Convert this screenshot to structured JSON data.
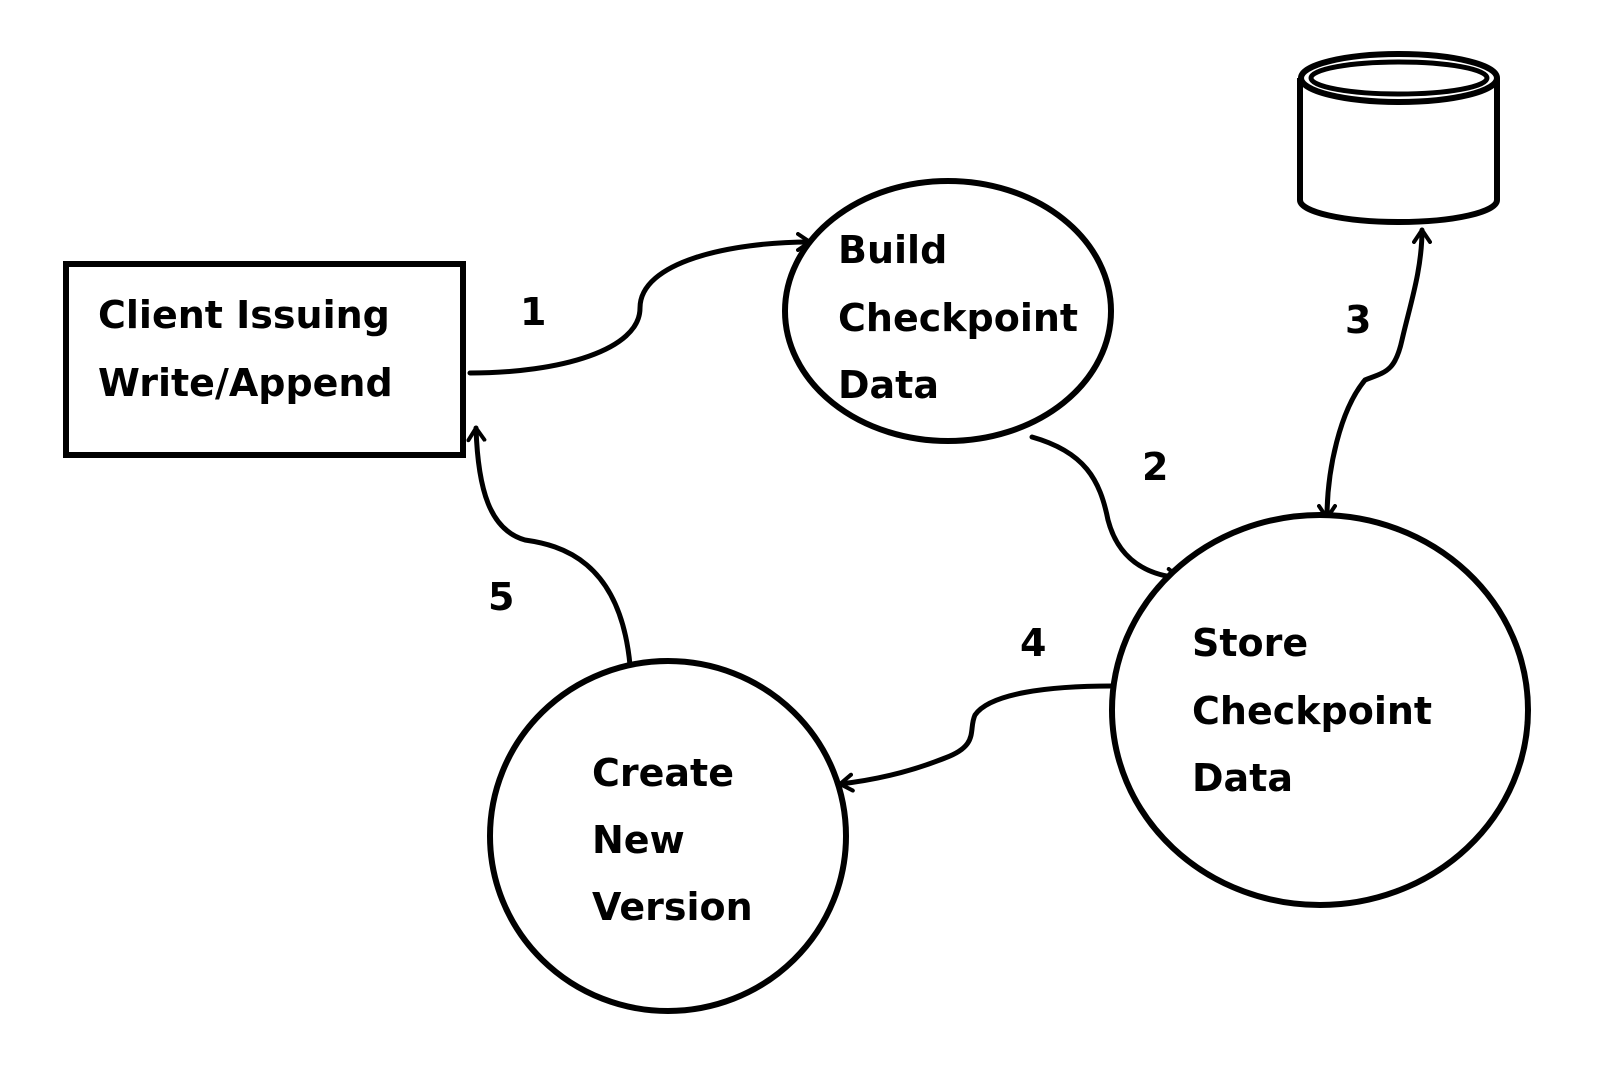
{
  "nodes": {
    "client": {
      "line1": "Client Issuing",
      "line2": "Write/Append"
    },
    "build": {
      "line1": "Build",
      "line2": "Checkpoint",
      "line3": "Data"
    },
    "store": {
      "line1": "Store",
      "line2": "Checkpoint",
      "line3": "Data"
    },
    "create": {
      "line1": "Create",
      "line2": "New",
      "line3": "Version"
    }
  },
  "edges": {
    "e1": "1",
    "e2": "2",
    "e3": "3",
    "e4": "4",
    "e5": "5"
  },
  "colors": {
    "stroke": "#000000",
    "background": "#ffffff"
  },
  "icons": {
    "storage": "database-cylinder-icon"
  }
}
